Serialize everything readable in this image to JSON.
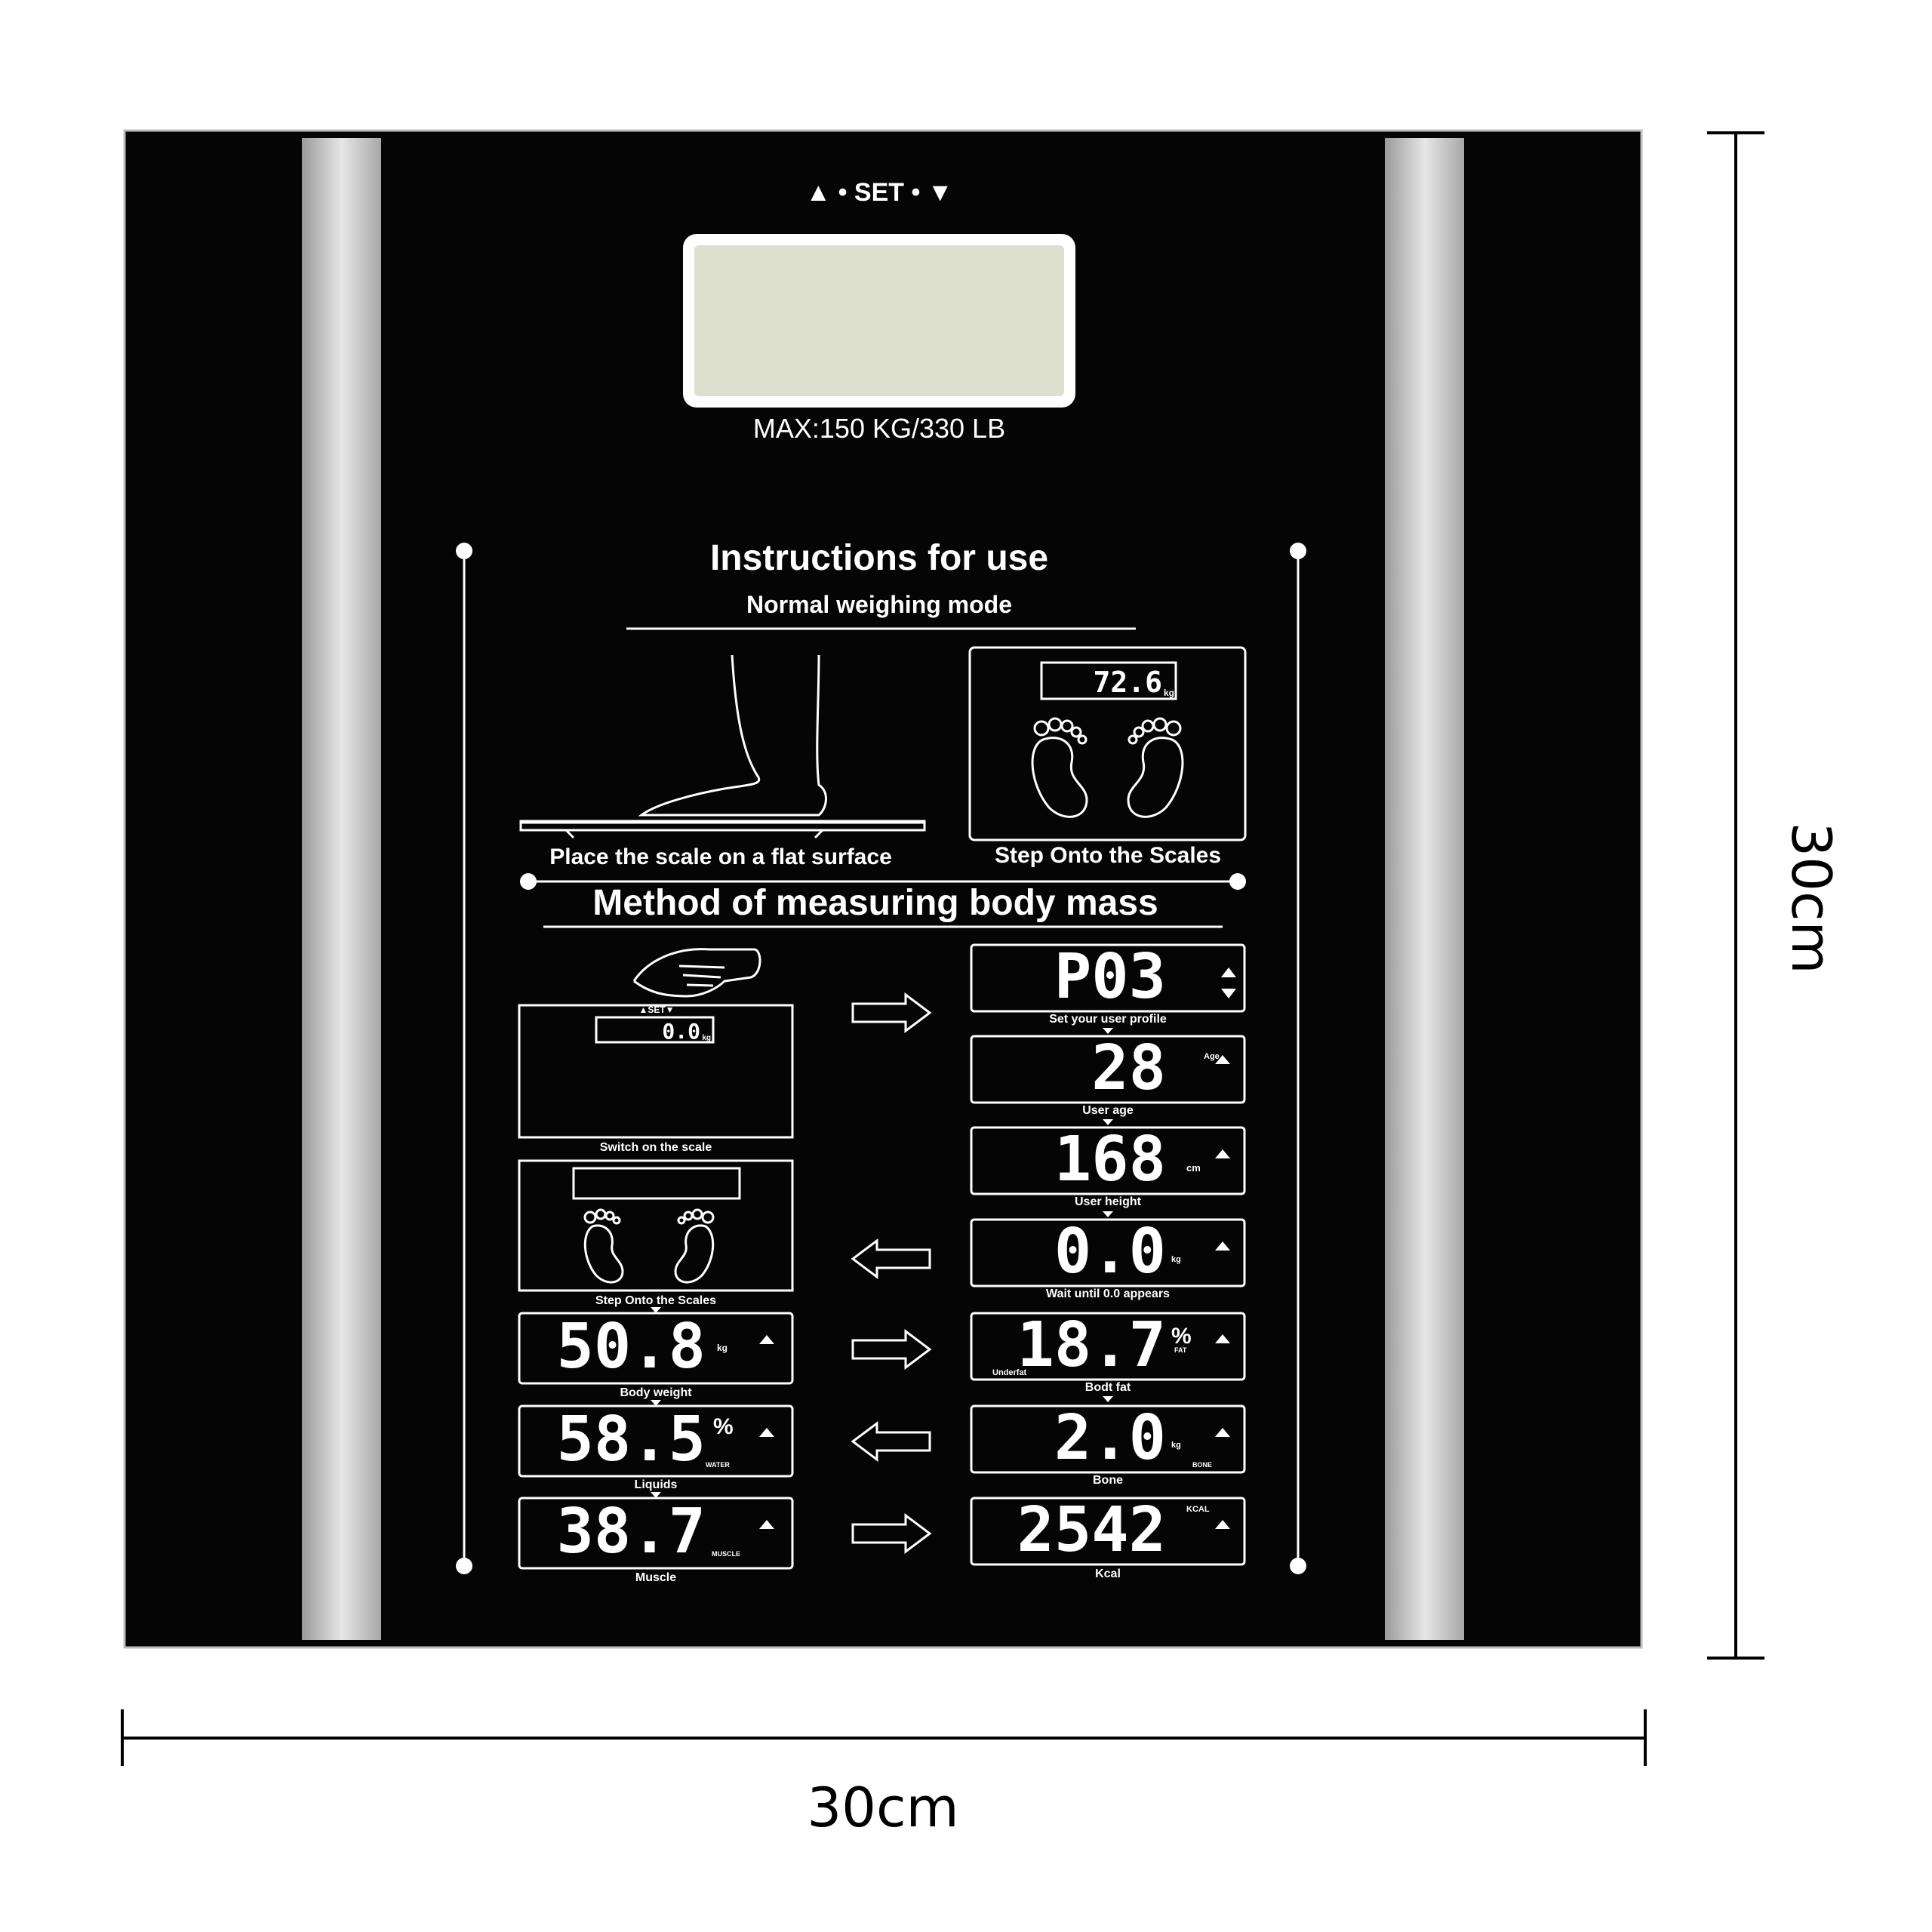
{
  "header": {
    "buttons": "▲ • SET • ▼",
    "max_capacity": "MAX:150 KG/330 LB"
  },
  "instructions": {
    "title": "Instructions for use",
    "subtitle": "Normal weighing mode",
    "step1_caption": "Place the scale on a flat surface",
    "step2_caption": "Step Onto the Scales",
    "step2_display": "72.6",
    "step2_unit": "kg"
  },
  "method": {
    "title": "Method of measuring body mass",
    "set_label": "▲SET▼",
    "left": [
      {
        "display": "0.0",
        "unit": "kg",
        "caption": "Switch on the scale"
      },
      {
        "display": "",
        "caption": "Step Onto the Scales"
      },
      {
        "display": "50.8",
        "unit": "kg",
        "caption": "Body weight"
      },
      {
        "display": "58.5",
        "unit": "%",
        "sub": "WATER",
        "caption": "Liquids"
      },
      {
        "display": "38.7",
        "sub": "MUSCLE",
        "caption": "Muscle"
      }
    ],
    "right": [
      {
        "display": "P03",
        "caption": "Set your user profile"
      },
      {
        "display": "28",
        "unit": "Age",
        "caption": "User age"
      },
      {
        "display": "168",
        "unit": "cm",
        "caption": "User height"
      },
      {
        "display": "0.0",
        "unit": "kg",
        "caption": "Wait until 0.0 appears"
      },
      {
        "display": "18.7",
        "unit": "%",
        "sub": "FAT",
        "left_note": "Underfat",
        "caption": "Bodt fat"
      },
      {
        "display": "2.0",
        "unit": "kg",
        "sub": "BONE",
        "caption": "Bone"
      },
      {
        "display": "2542",
        "unit": "KCAL",
        "caption": "Kcal"
      }
    ]
  },
  "dimensions": {
    "width": "30cm",
    "height": "30cm"
  },
  "colors": {
    "glass": "#050505",
    "electrode": "#c8c8c8",
    "lcd": "#dde0cf"
  }
}
